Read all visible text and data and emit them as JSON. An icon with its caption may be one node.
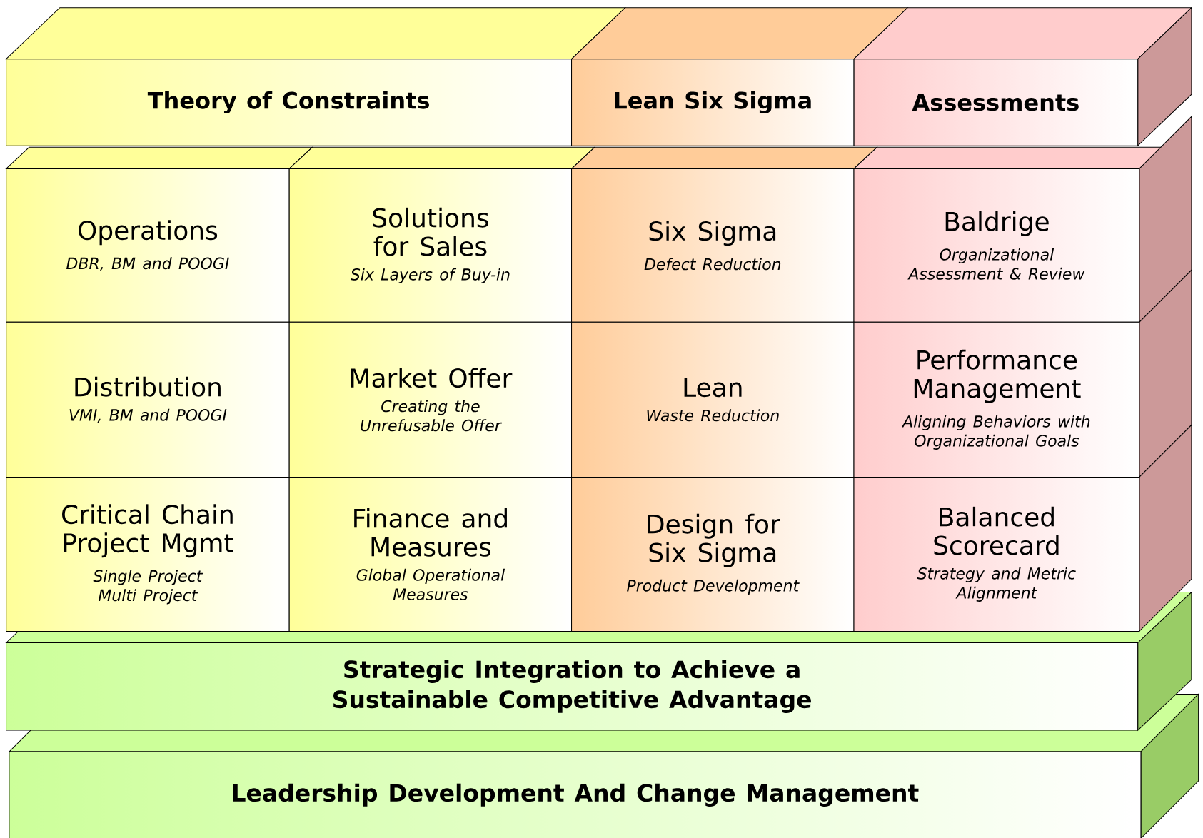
{
  "diagram": {
    "nodes": [
      {
        "text": [
          "Theory of Constraints"
        ]
      },
      {
        "text": [
          "Lean Six Sigma"
        ]
      },
      {
        "text": [
          "Assessments"
        ]
      },
      {
        "text": [
          "Operations",
          "DBR, BM and POOGI"
        ]
      },
      {
        "text": [
          "Solutions for Sales",
          "Six Layers of Buy-in"
        ]
      },
      {
        "text": [
          "Six Sigma",
          "Defect Reduction"
        ]
      },
      {
        "text": [
          "Baldrige",
          "Organizational Assessment & Review"
        ]
      },
      {
        "text": [
          "Distribution",
          "VMI, BM and POOGI"
        ]
      },
      {
        "text": [
          "Market Offer",
          "Creating the Unrefusable Offer"
        ]
      },
      {
        "text": [
          "Lean",
          "Waste Reduction"
        ]
      },
      {
        "text": [
          "Performance Management",
          "Aligning Behaviors with Organizational Goals"
        ]
      },
      {
        "text": [
          "Critical Chain Project Mgmt",
          "Single Project Multi Project"
        ]
      },
      {
        "text": [
          "Finance and Measures",
          "Global Operational Measures"
        ]
      },
      {
        "text": [
          "Design for Six Sigma",
          "Product Development"
        ]
      },
      {
        "text": [
          "Balanced Scorecard",
          "Strategy and Metric Alignment"
        ]
      },
      {
        "text": [
          "Strategic Integration to Achieve a Sustainable Competitive Advantage"
        ]
      },
      {
        "text": [
          "Leadership Development And Change Management"
        ]
      }
    ]
  }
}
